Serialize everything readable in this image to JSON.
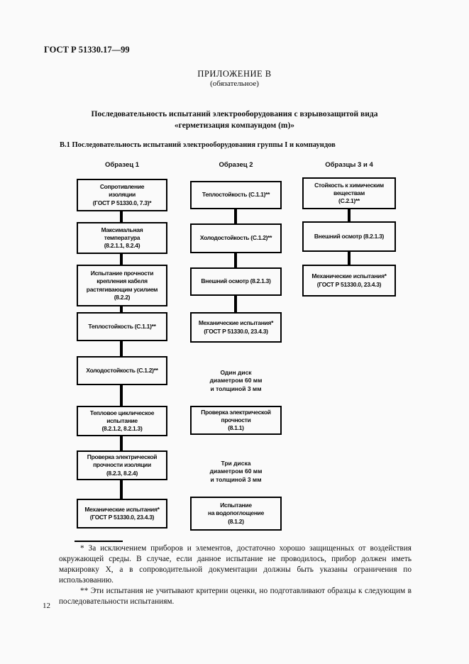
{
  "colors": {
    "background": "#fafafa",
    "ink": "#000000"
  },
  "header": {
    "doc_number": "ГОСТ Р 51330.17—99",
    "appendix": "ПРИЛОЖЕНИЕ В",
    "appendix_type": "(обязательное)",
    "title_line1": "Последовательность испытаний электрооборудования с взрывозащитой вида",
    "title_line2": "«герметизация компаундом (m)»",
    "section": "В.1 Последовательность испытаний электрооборудования группы I и компаундов"
  },
  "flowchart": {
    "columns": [
      {
        "header": "Образец 1",
        "boxes": [
          "Сопротивление\nизоляции\n(ГОСТ Р 51330.0, 7.3)*",
          "Максимальная\nтемпература\n(8.2.1.1, 8.2.4)",
          "Испытание прочности\nкрепления кабеля\nрастягивающим усилием\n(8.2.2)",
          "Теплостойкость (С.1.1)**",
          "Холодостойкость (С.1.2)**",
          "Тепловое циклическое\nиспытание\n(8.2.1.2, 8.2.1.3)",
          "Проверка электрической\nпрочности изоляции\n(8.2.3, 8.2.4)",
          "Механические испытания*\n(ГОСТ Р 51330.0, 23.4.3)"
        ]
      },
      {
        "header": "Образец 2",
        "boxes": [
          "Теплостойкость (С.1.1)**",
          "Холодостойкость (С.1.2)**",
          "Внешний осмотр (8.2.1.3)",
          "Механические испытания*\n(ГОСТ Р 51330.0, 23.4.3)",
          "Проверка электрической\nпрочности\n(8.1.1)",
          "Испытание\nна водопоглощение\n(8.1.2)"
        ],
        "notes": [
          "Один диск\nдиаметром 60 мм\nи толщиной 3 мм",
          "Три диска\nдиаметром 60 мм\nи толщиной 3 мм"
        ]
      },
      {
        "header": "Образцы 3 и 4",
        "boxes": [
          "Стойкость к химическим\nвеществам\n(С.2.1)**",
          "Внешний осмотр (8.2.1.3)",
          "Механические испытания*\n(ГОСТ Р 51330.0, 23.4.3)"
        ]
      }
    ]
  },
  "footnotes": {
    "first": "* За исключением приборов и элементов, достаточно хорошо защищенных от воздействия окружающей среды. В случае, если данное испытание не проводилось, прибор должен иметь маркировку X, а в сопроводительной документации должны быть указаны ограничения по использованию.",
    "second": "** Эти испытания не учитывают критерии оценки, но подготавливают образцы к следующим в последовательности испытаниям."
  },
  "footer": {
    "page_number": "12"
  }
}
